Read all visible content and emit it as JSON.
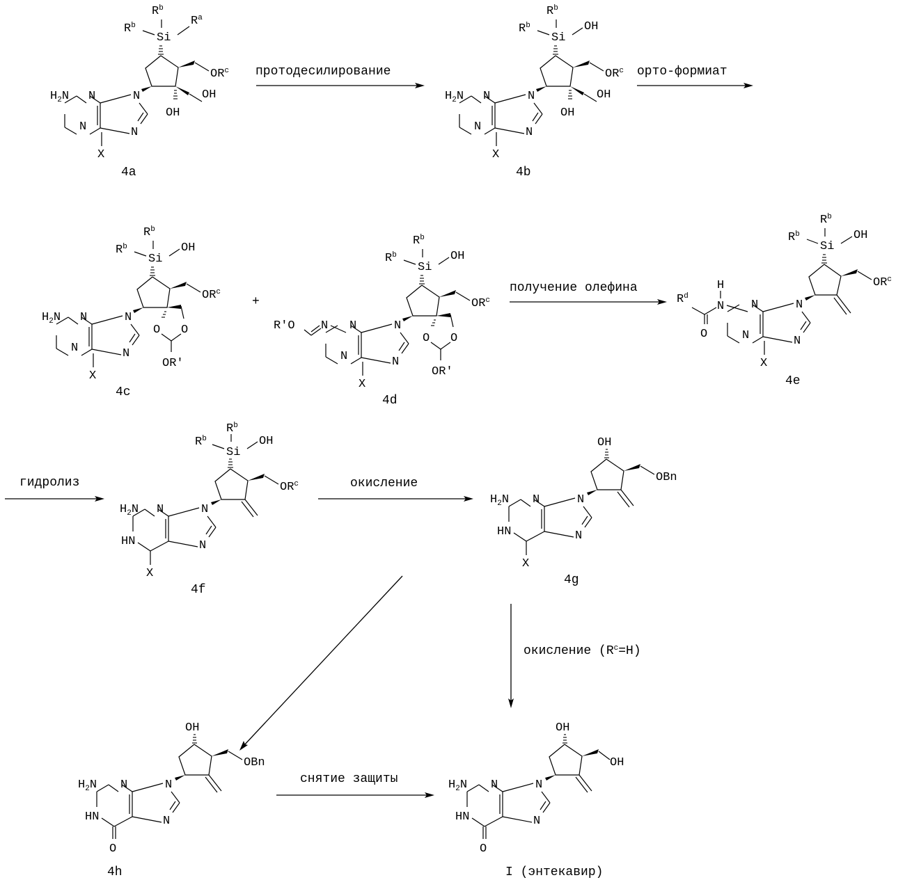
{
  "scheme": {
    "compounds": {
      "c4a": {
        "label": "4a",
        "si_r1": "R",
        "si_r1_sup": "b",
        "si_r2": "R",
        "si_r2_sup": "b",
        "si_r3": "R",
        "si_r3_sup": "a",
        "si": "Si",
        "side_chain": "OR",
        "side_chain_sup": "c",
        "oh1": "OH",
        "oh2": "OH",
        "nh2": "H",
        "nh2_sub": "2",
        "nh2_tail": "N",
        "x": "X"
      },
      "c4b": {
        "label": "4b",
        "si_r1": "R",
        "si_r1_sup": "b",
        "si_r2": "R",
        "si_r2_sup": "b",
        "si_oh": "OH",
        "si": "Si",
        "side_chain": "OR",
        "side_chain_sup": "c",
        "oh1": "OH",
        "oh2": "OH",
        "nh2": "H",
        "nh2_sub": "2",
        "nh2_tail": "N",
        "x": "X"
      },
      "c4c": {
        "label": "4c",
        "si_r1": "R",
        "si_r1_sup": "b",
        "si_r2": "R",
        "si_r2_sup": "b",
        "si_oh": "OH",
        "si": "Si",
        "side_chain": "OR",
        "side_chain_sup": "c",
        "o1": "O",
        "o2": "O",
        "or_prime": "OR'",
        "nh2": "H",
        "nh2_sub": "2",
        "nh2_tail": "N",
        "x": "X"
      },
      "c4d": {
        "label": "4d",
        "si_r1": "R",
        "si_r1_sup": "b",
        "si_r2": "R",
        "si_r2_sup": "b",
        "si_oh": "OH",
        "si": "Si",
        "side_chain": "OR",
        "side_chain_sup": "c",
        "o1": "O",
        "o2": "O",
        "or_prime": "OR'",
        "r_prime_o": "R'O",
        "x": "X"
      },
      "c4e": {
        "label": "4e",
        "si_r1": "R",
        "si_r1_sup": "b",
        "si_r2": "R",
        "si_r2_sup": "b",
        "si_oh": "OH",
        "si": "Si",
        "side_chain": "OR",
        "side_chain_sup": "c",
        "rd": "R",
        "rd_sup": "d",
        "amide_h": "H",
        "amide_o": "O",
        "x": "X"
      },
      "c4f": {
        "label": "4f",
        "si_r1": "R",
        "si_r1_sup": "b",
        "si_r2": "R",
        "si_r2_sup": "b",
        "si_oh": "OH",
        "si": "Si",
        "side_chain": "OR",
        "side_chain_sup": "c",
        "hn": "HN",
        "nh2": "H",
        "nh2_sub": "2",
        "nh2_tail": "N",
        "x": "X"
      },
      "c4g": {
        "label": "4g",
        "oh": "OH",
        "side_chain": "OBn",
        "hn": "HN",
        "nh2": "H",
        "nh2_sub": "2",
        "nh2_tail": "N",
        "x": "X"
      },
      "c4h": {
        "label": "4h",
        "oh": "OH",
        "side_chain": "OBn",
        "hn": "HN",
        "nh2": "H",
        "nh2_sub": "2",
        "nh2_tail": "N",
        "carbonyl_o": "O"
      },
      "cI": {
        "label": "I (энтекавир)",
        "oh": "OH",
        "side_chain": "OH",
        "hn": "HN",
        "nh2": "H",
        "nh2_sub": "2",
        "nh2_tail": "N",
        "carbonyl_o": "O"
      }
    },
    "ring_atom_n": "N",
    "plus": "+",
    "steps": {
      "s1": "протодесилирование",
      "s2": "орто-формиат",
      "s3": "получение олефина",
      "s4": "гидролиз",
      "s5": "окисление",
      "s6_main": "окисление (R",
      "s6_sup": "c",
      "s6_tail": "=H)",
      "s7": "снятие защиты"
    }
  }
}
